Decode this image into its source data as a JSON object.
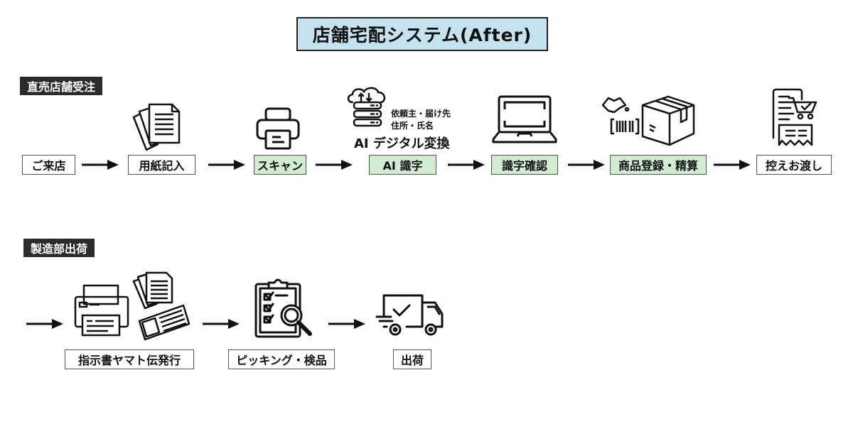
{
  "title": "店舗宅配システム(After)",
  "sections": {
    "store": "直売店舗受注",
    "factory": "製造部出荷"
  },
  "store_steps": [
    {
      "label": "ご来店",
      "highlight": false
    },
    {
      "label": "用紙記入",
      "highlight": false,
      "icon": "paper-documents-icon"
    },
    {
      "label": "スキャン",
      "highlight": true,
      "icon": "printer-scanner-icon"
    },
    {
      "label": "AI 識字",
      "highlight": true,
      "icon": "cloud-server-icon"
    },
    {
      "label": "識字確認",
      "highlight": true,
      "icon": "laptop-icon"
    },
    {
      "label": "商品登録・精算",
      "highlight": true,
      "icon": "barcode-box-icon"
    },
    {
      "label": "控えお渡し",
      "highlight": false,
      "icon": "receipt-cart-icon"
    }
  ],
  "ai_annotation": {
    "line1": "依頼主・届け先",
    "line2": "住所・氏名",
    "caption": "AI デジタル変換"
  },
  "factory_steps": [
    {
      "label": "指示書ヤマト伝発行",
      "icon": "printer-documents-icon"
    },
    {
      "label": "ピッキング・検品",
      "icon": "clipboard-check-icon"
    },
    {
      "label": "出荷",
      "icon": "delivery-truck-icon"
    }
  ],
  "colors": {
    "title_bg": "#c5e3ee",
    "highlight_bg": "#d2ecd3",
    "section_bg": "#2b2b2b"
  }
}
